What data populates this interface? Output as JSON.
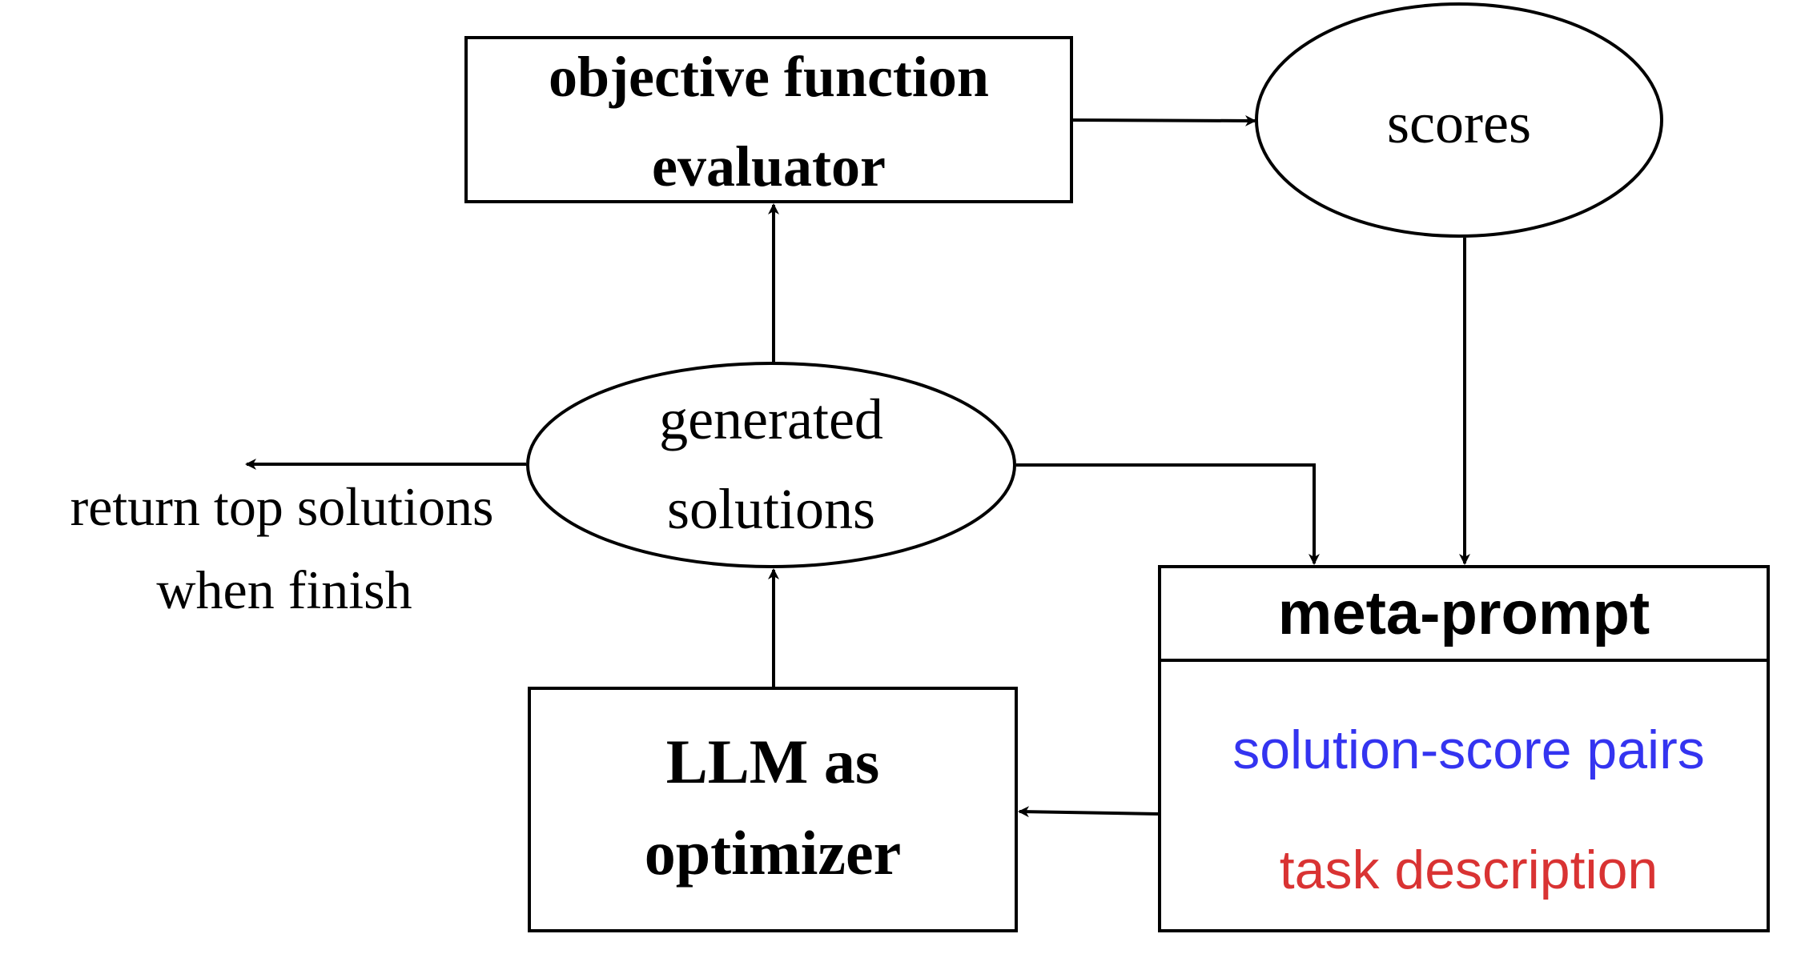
{
  "nodes": {
    "evaluator": {
      "line1": "objective function",
      "line2": "evaluator"
    },
    "scores": {
      "label": "scores"
    },
    "generated": {
      "line1": "generated",
      "line2": "solutions"
    },
    "llm": {
      "line1": "LLM as",
      "line2": "optimizer"
    },
    "meta_prompt": {
      "title": "meta-prompt",
      "item1": "solution-score pairs",
      "item2": "task description"
    },
    "return_note": {
      "line1": "return top solutions",
      "line2": "when finish"
    }
  },
  "colors": {
    "stroke": "#000000",
    "text": "#000000",
    "solution_score_pairs": "#3434f0",
    "task_description": "#d93333"
  }
}
